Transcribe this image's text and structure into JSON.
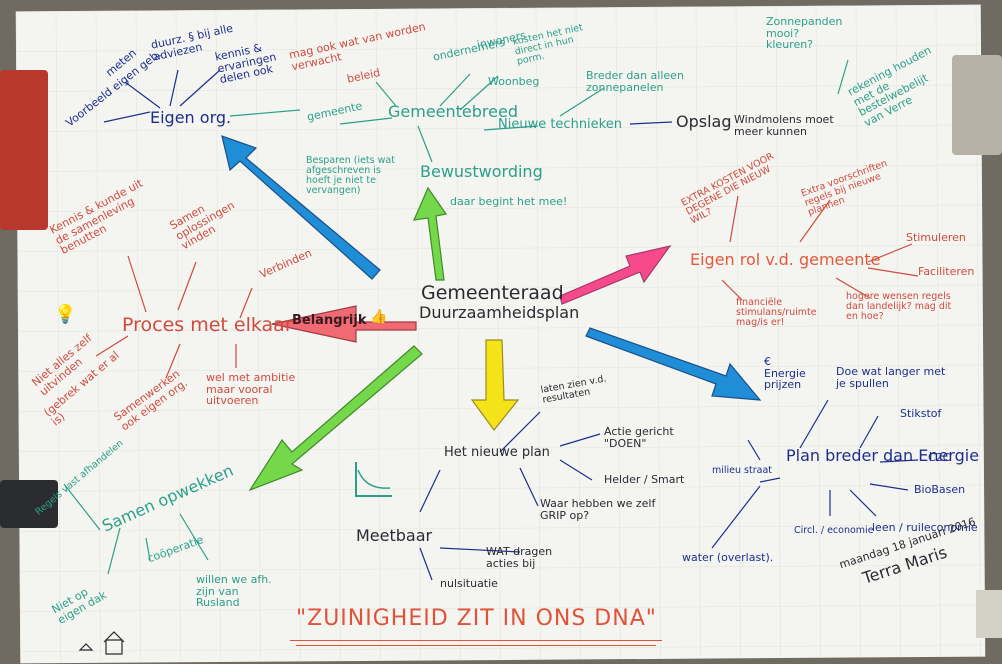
{
  "center": {
    "title": "Gemeenteraad",
    "subtitle": "Duurzaamheidsplan"
  },
  "badge": "Belangrijk",
  "branches": {
    "eigen_org": {
      "label": "Eigen org.",
      "children": [
        "Voorbeeld eigen geb.",
        "meten",
        "duurz. § bij alle adviezen",
        "kennis & ervaringen delen ook",
        "(gebrek wat er al is)"
      ]
    },
    "bewustwording": {
      "label": "Bewustwording",
      "notes": [
        "Besparen (iets wat afgeschreven is hoeft je niet te vervangen)",
        "daar begint het mee!"
      ]
    },
    "gemeentebreed": {
      "label": "Gemeentebreed",
      "children": [
        "gemeente",
        "mag ook wat van worden verwacht",
        "beleid",
        "ondernemers",
        "inwoners",
        "kosten het niet direct in hun porm.",
        "Woonbeg"
      ]
    },
    "nieuwe_technieken": {
      "label": "Nieuwe technieken",
      "children": [
        "Breder dan alleen zonnepanelen",
        "Opslag"
      ]
    },
    "windmolens": {
      "label": "Windmolens moet meer kunnen",
      "children": [
        "Zonnepanden mooi? kleuren?",
        "rekening houden met de bestelwebelijt van Verre"
      ]
    },
    "eigen_rol": {
      "label": "Eigen rol v.d. gemeente",
      "children": [
        "EXTRA KOSTEN VOOR DEGENE DIE NIEUW WIL?",
        "Extra voorschriften regels bij nieuwe plannen",
        "Stimuleren",
        "Faciliteren",
        "hogere wensen regels dan landelijk? mag dit en hoe?",
        "financiële stimulans/ruimte mag/is er!"
      ]
    },
    "proces": {
      "label": "Proces met elkaar",
      "children": [
        "Kennis & kunde uit de samenleving benutten",
        "Samen oplossingen vinden",
        "Verbinden",
        "Niet alles zelf uitvinden",
        "Samenwerken ook eigen org.",
        "wel met ambitie maar vooral uitvoeren"
      ]
    },
    "plan": {
      "label": "Het nieuwe plan",
      "children": [
        "laten zien v.d. resultaten",
        "Actie gericht \"DOEN\"",
        "Helder / Smart",
        "Waar hebben we zelf GRIP op?"
      ]
    },
    "meetbaar": {
      "label": "Meetbaar",
      "children": [
        "WAT dragen acties bij",
        "nulsituatie"
      ]
    },
    "energie": {
      "label": "Plan breder dan Energie",
      "children": [
        "€ Energie prijzen",
        "Doe wat langer met je spullen",
        "Stikstof",
        "C2C",
        "BioBasen",
        "leen / ruileconomie",
        "Circl. / economie",
        "water (overlast).",
        "milieu straat"
      ]
    },
    "samen": {
      "label": "Samen opwekken",
      "children": [
        "Regels vast afhandelen",
        "coöperatie",
        "Niet op eigen dak",
        "willen we afh. zijn van Rusland"
      ]
    }
  },
  "slogan": "\"ZUINIGHEID ZIT IN ONS DNA\"",
  "signature": {
    "date": "maandag 18 januari 2016",
    "author": "Terra Maris"
  },
  "colors": {
    "red": "#cf4b3f",
    "teal": "#2c9f8b",
    "blue": "#1d2f8c",
    "arrow_blue": "#1f8ed6",
    "arrow_green": "#74d84a",
    "arrow_pink": "#f64a8c",
    "arrow_yellow": "#f5e31a",
    "arrow_red": "#ef6a72"
  }
}
